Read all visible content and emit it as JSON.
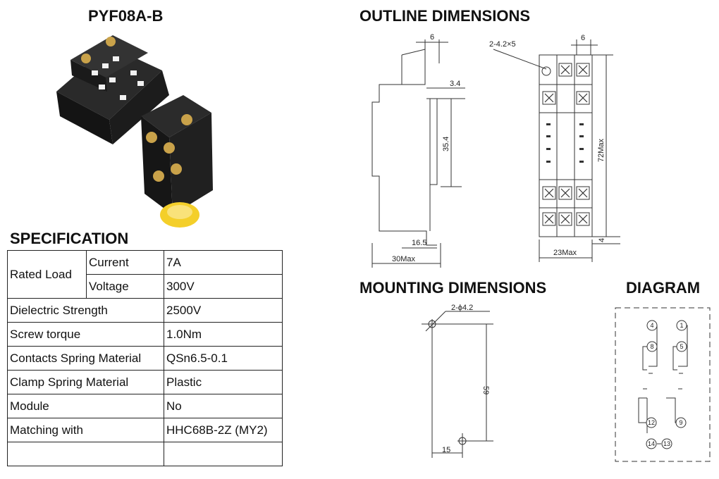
{
  "product": {
    "title": "PYF08A-B"
  },
  "sections": {
    "specification": "SPECIFICATION",
    "outline": "OUTLINE DIMENSIONS",
    "mounting": "MOUNTING DIMENSIONS",
    "diagram": "DIAGRAM"
  },
  "specification": {
    "rated_load": "Rated Load",
    "current_label": "Current",
    "current_value": "7A",
    "voltage_label": "Voltage",
    "voltage_value": "300V",
    "rows": [
      {
        "label": "Dielectric Strength",
        "value": "2500V"
      },
      {
        "label": "Screw torque",
        "value": "1.0Nm"
      },
      {
        "label": "Contacts Spring Material",
        "value": "QSn6.5-0.1"
      },
      {
        "label": "Clamp Spring Material",
        "value": "Plastic"
      },
      {
        "label": "Module",
        "value": "No"
      },
      {
        "label": "Matching with",
        "value": "HHC68B-2Z (MY2)"
      },
      {
        "label": "",
        "value": ""
      }
    ]
  },
  "outline": {
    "dim_top": "6",
    "dim_step": "3.4",
    "dim_height": "35.4",
    "dim_base": "16.5",
    "dim_width": "30Max",
    "holes": "2-4.2×5",
    "dim_top_right": "6",
    "dim_length": "72Max",
    "dim_front_width": "23Max",
    "dim_bottom": "4"
  },
  "mounting": {
    "holes": "2-ϕ4.2",
    "dim_vertical": "59",
    "dim_horizontal": "15"
  },
  "diagram": {
    "terminals": [
      "4",
      "1",
      "8",
      "5",
      "12",
      "9",
      "14",
      "13"
    ]
  }
}
